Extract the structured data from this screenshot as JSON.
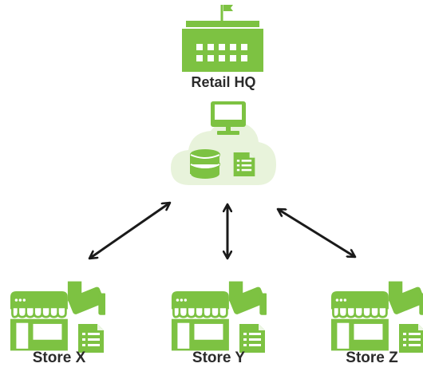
{
  "colors": {
    "green": "#7dc242",
    "cloud": "#e8f3db",
    "arrow": "#1a1a1a",
    "text": "#2b2b2b"
  },
  "hq": {
    "label": "Retail HQ",
    "icon": "office-building-icon"
  },
  "cloud": {
    "icons": [
      "computer-monitor-icon",
      "database-icon",
      "document-icon"
    ]
  },
  "stores": [
    {
      "label": "Store X",
      "icons": [
        "storefront-icon",
        "security-camera-icon",
        "document-icon"
      ]
    },
    {
      "label": "Store Y",
      "icons": [
        "storefront-icon",
        "security-camera-icon",
        "document-icon"
      ]
    },
    {
      "label": "Store Z",
      "icons": [
        "storefront-icon",
        "security-camera-icon",
        "document-icon"
      ]
    }
  ],
  "connections": [
    {
      "from": "cloud",
      "to": "Store X",
      "direction": "two-way"
    },
    {
      "from": "cloud",
      "to": "Store Y",
      "direction": "two-way"
    },
    {
      "from": "cloud",
      "to": "Store Z",
      "direction": "two-way"
    }
  ]
}
